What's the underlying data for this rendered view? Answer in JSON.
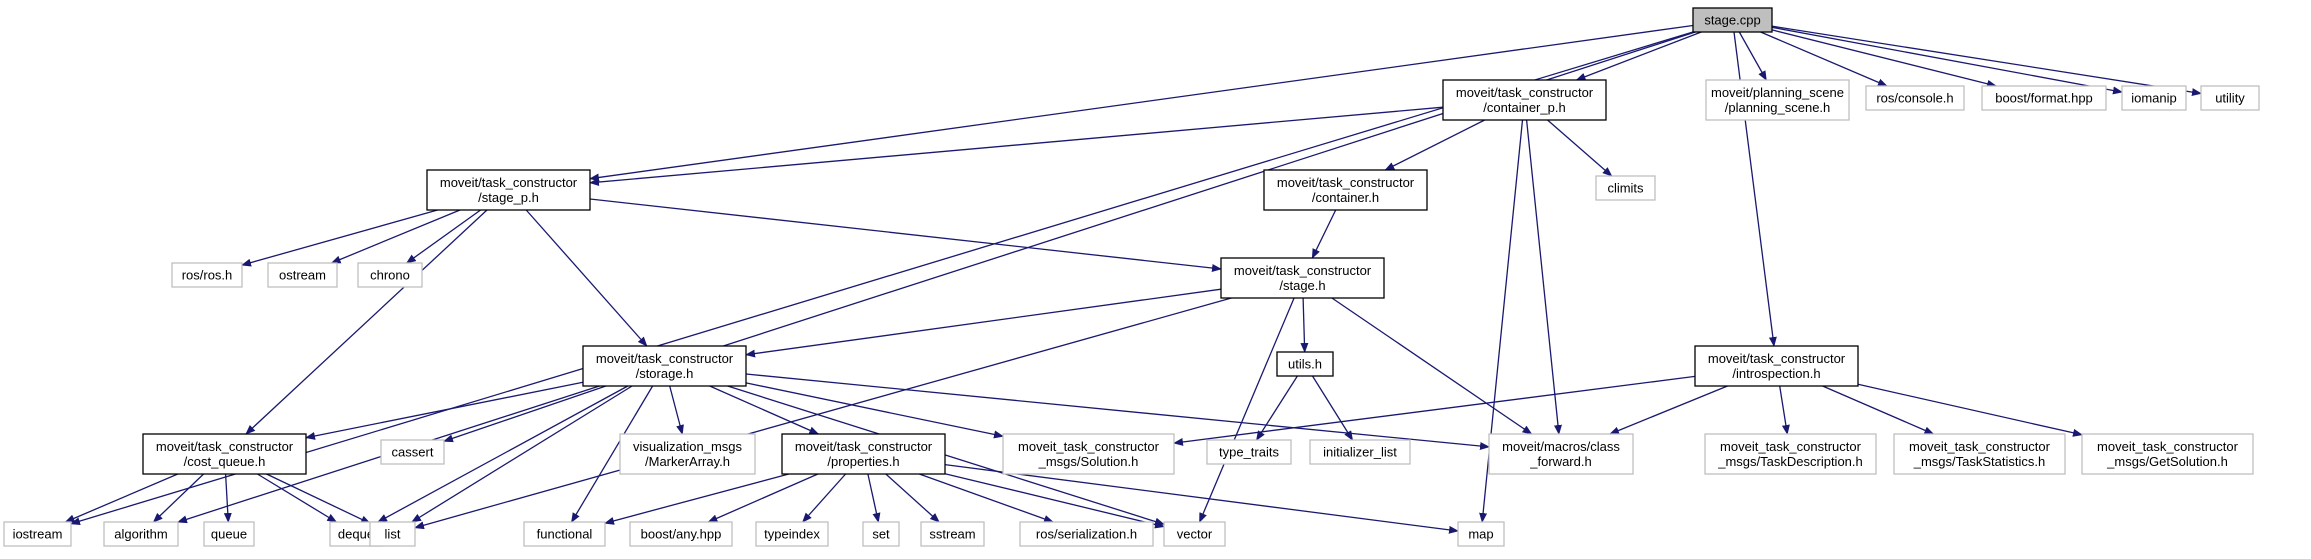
{
  "colors": {
    "edge": "#191970",
    "node_border": "#000000",
    "external_border": "#bfbfbf",
    "root_fill": "#bfbfbf",
    "node_fill": "#ffffff"
  },
  "nodes": {
    "stage_cpp": {
      "lines": [
        "stage.cpp"
      ]
    },
    "container_p": {
      "lines": [
        "moveit/task_constructor",
        "/container_p.h"
      ]
    },
    "planning_scene": {
      "lines": [
        "moveit/planning_scene",
        "/planning_scene.h"
      ]
    },
    "ros_console": {
      "lines": [
        "ros/console.h"
      ]
    },
    "boost_format": {
      "lines": [
        "boost/format.hpp"
      ]
    },
    "iomanip": {
      "lines": [
        "iomanip"
      ]
    },
    "utility": {
      "lines": [
        "utility"
      ]
    },
    "stage_p": {
      "lines": [
        "moveit/task_constructor",
        "/stage_p.h"
      ]
    },
    "container_h": {
      "lines": [
        "moveit/task_constructor",
        "/container.h"
      ]
    },
    "climits": {
      "lines": [
        "climits"
      ]
    },
    "ros_h": {
      "lines": [
        "ros/ros.h"
      ]
    },
    "ostream": {
      "lines": [
        "ostream"
      ]
    },
    "chrono": {
      "lines": [
        "chrono"
      ]
    },
    "stage_h": {
      "lines": [
        "moveit/task_constructor",
        "/stage.h"
      ]
    },
    "utils_h": {
      "lines": [
        "utils.h"
      ]
    },
    "storage_h": {
      "lines": [
        "moveit/task_constructor",
        "/storage.h"
      ]
    },
    "introspection_h": {
      "lines": [
        "moveit/task_constructor",
        "/introspection.h"
      ]
    },
    "cost_queue": {
      "lines": [
        "moveit/task_constructor",
        "/cost_queue.h"
      ]
    },
    "cassert": {
      "lines": [
        "cassert"
      ]
    },
    "marker_array": {
      "lines": [
        "visualization_msgs",
        "/MarkerArray.h"
      ]
    },
    "properties_h": {
      "lines": [
        "moveit/task_constructor",
        "/properties.h"
      ]
    },
    "solution_h": {
      "lines": [
        "moveit_task_constructor",
        "_msgs/Solution.h"
      ]
    },
    "type_traits": {
      "lines": [
        "type_traits"
      ]
    },
    "initializer_list": {
      "lines": [
        "initializer_list"
      ]
    },
    "class_forward": {
      "lines": [
        "moveit/macros/class",
        "_forward.h"
      ]
    },
    "task_description": {
      "lines": [
        "moveit_task_constructor",
        "_msgs/TaskDescription.h"
      ]
    },
    "task_statistics": {
      "lines": [
        "moveit_task_constructor",
        "_msgs/TaskStatistics.h"
      ]
    },
    "get_solution": {
      "lines": [
        "moveit_task_constructor",
        "_msgs/GetSolution.h"
      ]
    },
    "iostream": {
      "lines": [
        "iostream"
      ]
    },
    "algorithm": {
      "lines": [
        "algorithm"
      ]
    },
    "queue": {
      "lines": [
        "queue"
      ]
    },
    "deque": {
      "lines": [
        "deque"
      ]
    },
    "list": {
      "lines": [
        "list"
      ]
    },
    "functional": {
      "lines": [
        "functional"
      ]
    },
    "boost_any": {
      "lines": [
        "boost/any.hpp"
      ]
    },
    "typeindex": {
      "lines": [
        "typeindex"
      ]
    },
    "set": {
      "lines": [
        "set"
      ]
    },
    "sstream": {
      "lines": [
        "sstream"
      ]
    },
    "ros_serialization": {
      "lines": [
        "ros/serialization.h"
      ]
    },
    "vector": {
      "lines": [
        "vector"
      ]
    },
    "map": {
      "lines": [
        "map"
      ]
    }
  },
  "edges": [
    [
      "stage_cpp",
      "container_p"
    ],
    [
      "stage_cpp",
      "planning_scene"
    ],
    [
      "stage_cpp",
      "ros_console"
    ],
    [
      "stage_cpp",
      "boost_format"
    ],
    [
      "stage_cpp",
      "iomanip"
    ],
    [
      "stage_cpp",
      "utility"
    ],
    [
      "stage_cpp",
      "stage_p"
    ],
    [
      "stage_cpp",
      "introspection_h"
    ],
    [
      "stage_cpp",
      "iostream"
    ],
    [
      "stage_cpp",
      "algorithm"
    ],
    [
      "container_p",
      "stage_p"
    ],
    [
      "container_p",
      "container_h"
    ],
    [
      "container_p",
      "climits"
    ],
    [
      "container_p",
      "class_forward"
    ],
    [
      "container_p",
      "map"
    ],
    [
      "container_h",
      "stage_h"
    ],
    [
      "stage_p",
      "ros_h"
    ],
    [
      "stage_p",
      "ostream"
    ],
    [
      "stage_p",
      "chrono"
    ],
    [
      "stage_p",
      "stage_h"
    ],
    [
      "stage_p",
      "storage_h"
    ],
    [
      "stage_p",
      "cost_queue"
    ],
    [
      "stage_h",
      "storage_h"
    ],
    [
      "stage_h",
      "utils_h"
    ],
    [
      "stage_h",
      "class_forward"
    ],
    [
      "stage_h",
      "vector"
    ],
    [
      "stage_h",
      "list"
    ],
    [
      "utils_h",
      "type_traits"
    ],
    [
      "utils_h",
      "initializer_list"
    ],
    [
      "storage_h",
      "cost_queue"
    ],
    [
      "storage_h",
      "cassert"
    ],
    [
      "storage_h",
      "marker_array"
    ],
    [
      "storage_h",
      "properties_h"
    ],
    [
      "storage_h",
      "solution_h"
    ],
    [
      "storage_h",
      "class_forward"
    ],
    [
      "storage_h",
      "deque"
    ],
    [
      "storage_h",
      "list"
    ],
    [
      "storage_h",
      "functional"
    ],
    [
      "storage_h",
      "vector"
    ],
    [
      "introspection_h",
      "solution_h"
    ],
    [
      "introspection_h",
      "class_forward"
    ],
    [
      "introspection_h",
      "task_description"
    ],
    [
      "introspection_h",
      "task_statistics"
    ],
    [
      "introspection_h",
      "get_solution"
    ],
    [
      "cost_queue",
      "iostream"
    ],
    [
      "cost_queue",
      "algorithm"
    ],
    [
      "cost_queue",
      "queue"
    ],
    [
      "cost_queue",
      "deque"
    ],
    [
      "cost_queue",
      "list"
    ],
    [
      "properties_h",
      "functional"
    ],
    [
      "properties_h",
      "boost_any"
    ],
    [
      "properties_h",
      "typeindex"
    ],
    [
      "properties_h",
      "set"
    ],
    [
      "properties_h",
      "sstream"
    ],
    [
      "properties_h",
      "ros_serialization"
    ],
    [
      "properties_h",
      "vector"
    ],
    [
      "properties_h",
      "map"
    ]
  ]
}
